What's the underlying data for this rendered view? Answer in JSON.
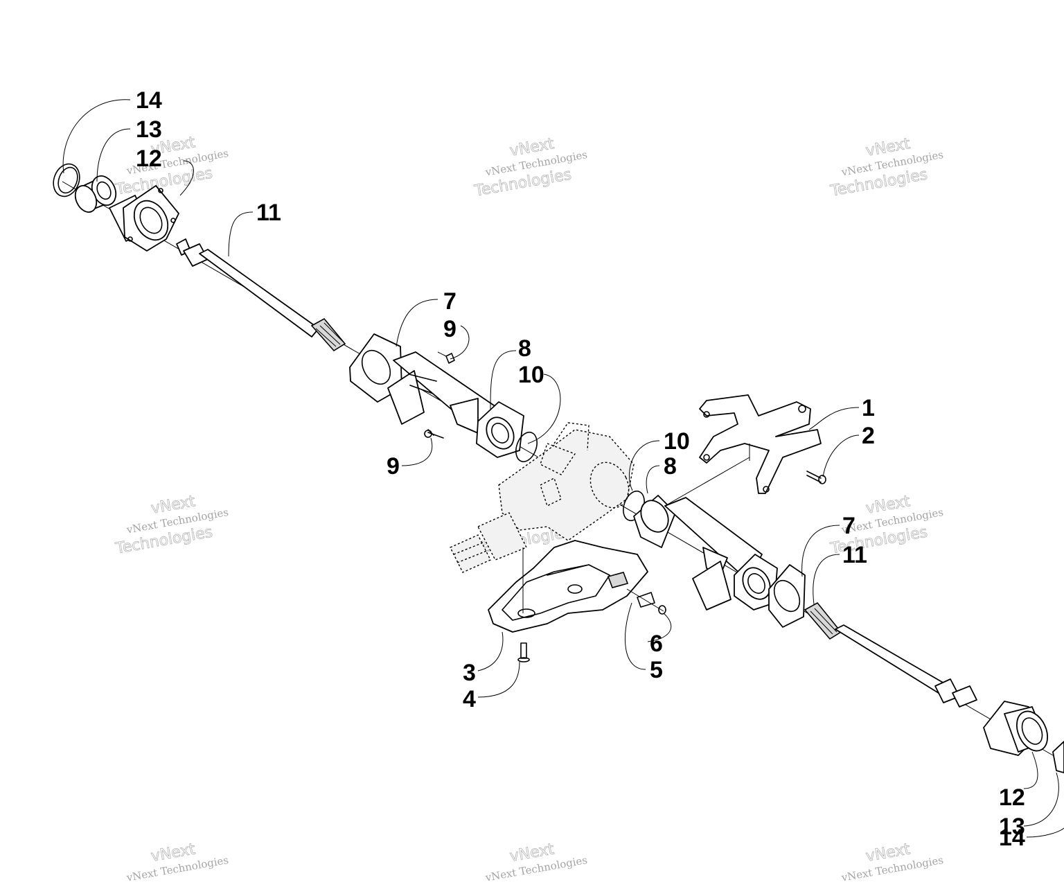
{
  "callouts": [
    {
      "label": "14"
    },
    {
      "label": "13"
    },
    {
      "label": "12"
    },
    {
      "label": "11"
    },
    {
      "label": "7"
    },
    {
      "label": "9"
    },
    {
      "label": "8"
    },
    {
      "label": "10"
    },
    {
      "label": "9"
    },
    {
      "label": "1"
    },
    {
      "label": "2"
    },
    {
      "label": "10"
    },
    {
      "label": "8"
    },
    {
      "label": "7"
    },
    {
      "label": "11"
    },
    {
      "label": "6"
    },
    {
      "label": "5"
    },
    {
      "label": "3"
    },
    {
      "label": "4"
    },
    {
      "label": "12"
    },
    {
      "label": "13"
    },
    {
      "label": "14"
    }
  ],
  "watermark": {
    "line1": "vNext",
    "line2": "vNext Technologies",
    "line3": "Technologies"
  }
}
